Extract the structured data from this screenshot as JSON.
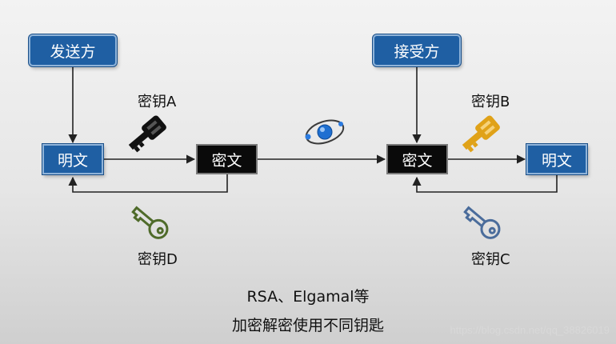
{
  "nodes": {
    "sender": "发送方",
    "receiver": "接受方",
    "plaintext_left": "明文",
    "ciphertext_left": "密文",
    "ciphertext_right": "密文",
    "plaintext_right": "明文"
  },
  "keys": {
    "key_a": "密钥A",
    "key_b": "密钥B",
    "key_c": "密钥C",
    "key_d": "密钥D"
  },
  "key_colors": {
    "key_a": "#111111",
    "key_b": "#e0a218",
    "key_c": "#4a6c9b",
    "key_d": "#4f6b2a"
  },
  "caption": {
    "line1": "RSA、Elgamal等",
    "line2": "加密解密使用不同钥匙"
  },
  "watermark": "https://blog.csdn.net/qq_38826019",
  "icons": [
    "network-globe-icon",
    "key-icon"
  ]
}
